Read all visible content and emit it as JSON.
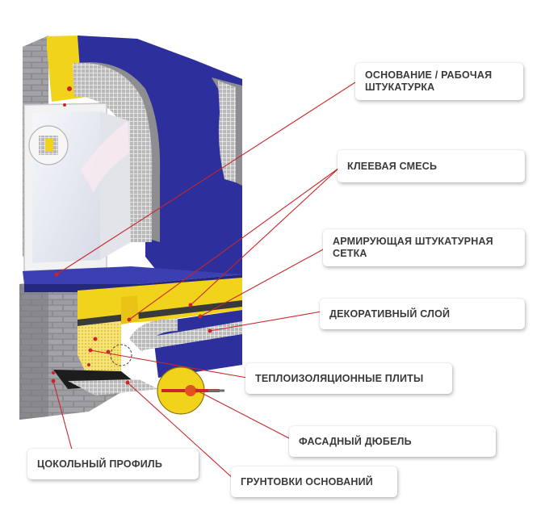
{
  "labels": {
    "osnovanie": "ОСНОВАНИЕ / РАБОЧАЯ\nШТУКАТУРКА",
    "kleevaya": "КЛЕЕВАЯ СМЕСЬ",
    "armiruyushchaya": "АРМИРУЮЩАЯ ШТУКАТУРНАЯ\nСЕТКА",
    "dekorativny": "ДЕКОРАТИВНЫЙ СЛОЙ",
    "teploizolyatsionnye": "ТЕПЛОИЗОЛЯЦИОННЫЕ ПЛИТЫ",
    "dyubel": "ФАСАДНЫЙ ДЮБЕЛЬ",
    "tsokolny": "ЦОКОЛЬНЫЙ ПРОФИЛЬ",
    "gruntovki": "ГРУНТОВКИ ОСНОВАНИЙ"
  },
  "colors": {
    "brick": "#8a8a8e",
    "insulation": "#f2d31b",
    "finish_blue": "#2c2f9c",
    "render_gray": "#9a9a9a",
    "mesh": "#c8c8c8",
    "leader": "#c9262a",
    "window_frame": "#f2f2f2"
  }
}
